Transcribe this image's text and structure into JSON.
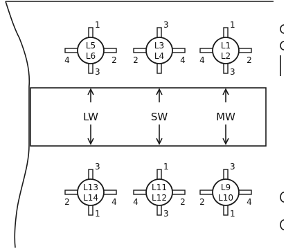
{
  "bands": [
    {
      "label": "LW"
    },
    {
      "label": "SW"
    },
    {
      "label": "MW"
    }
  ],
  "top_coils": [
    {
      "upper": "L5",
      "lower": "L6",
      "pins": {
        "top": "1",
        "bottom": "3",
        "left": "4",
        "right": "2"
      }
    },
    {
      "upper": "L3",
      "lower": "L4",
      "pins": {
        "top": "3",
        "bottom": "",
        "left": "2",
        "right": "4"
      }
    },
    {
      "upper": "L1",
      "lower": "L2",
      "pins": {
        "top": "1",
        "bottom": "3",
        "left": "4",
        "right": "2"
      }
    }
  ],
  "bottom_coils": [
    {
      "upper": "L13",
      "lower": "L14",
      "pins": {
        "top": "3",
        "bottom": "1",
        "left": "2",
        "right": "4"
      }
    },
    {
      "upper": "L11",
      "lower": "L12",
      "pins": {
        "top": "1",
        "bottom": "3",
        "left": "4",
        "right": "2"
      }
    },
    {
      "upper": "L9",
      "lower": "L10",
      "pins": {
        "top": "3",
        "bottom": "1",
        "left": "2",
        "right": "4"
      }
    }
  ]
}
